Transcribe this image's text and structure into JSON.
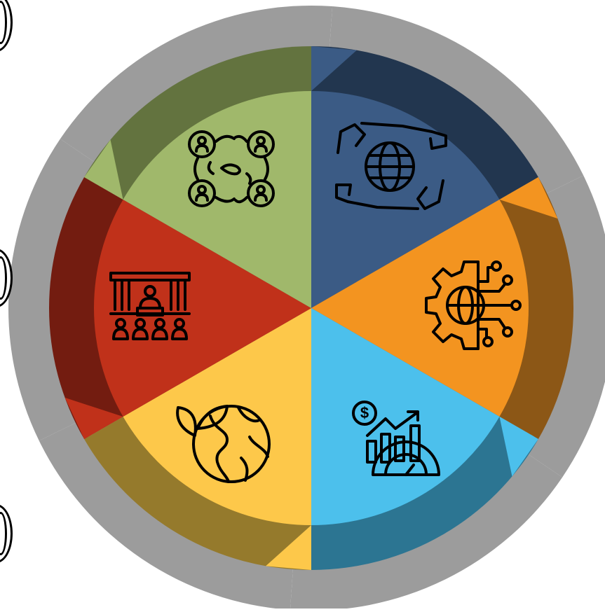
{
  "diagram": {
    "type": "segmented-circle",
    "segments": [
      {
        "id": "global-network",
        "icon": "global-network-icon",
        "fill": "#3b5b85",
        "band": "#22364f"
      },
      {
        "id": "digital-technology",
        "icon": "digital-technology-icon",
        "fill": "#f39420",
        "band": "#8c5716"
      },
      {
        "id": "financial-growth",
        "icon": "financial-growth-icon",
        "fill": "#4cc0ec",
        "band": "#2c7592"
      },
      {
        "id": "sustainability",
        "icon": "sustainability-icon",
        "fill": "#fdc84a",
        "band": "#957a2c"
      },
      {
        "id": "public-assembly",
        "icon": "public-assembly-icon",
        "fill": "#c0311a",
        "band": "#731c10"
      },
      {
        "id": "social-connections",
        "icon": "social-connections-icon",
        "fill": "#a0b86b",
        "band": "#63733f"
      }
    ],
    "outer_band_color": "#9c9c9c"
  }
}
